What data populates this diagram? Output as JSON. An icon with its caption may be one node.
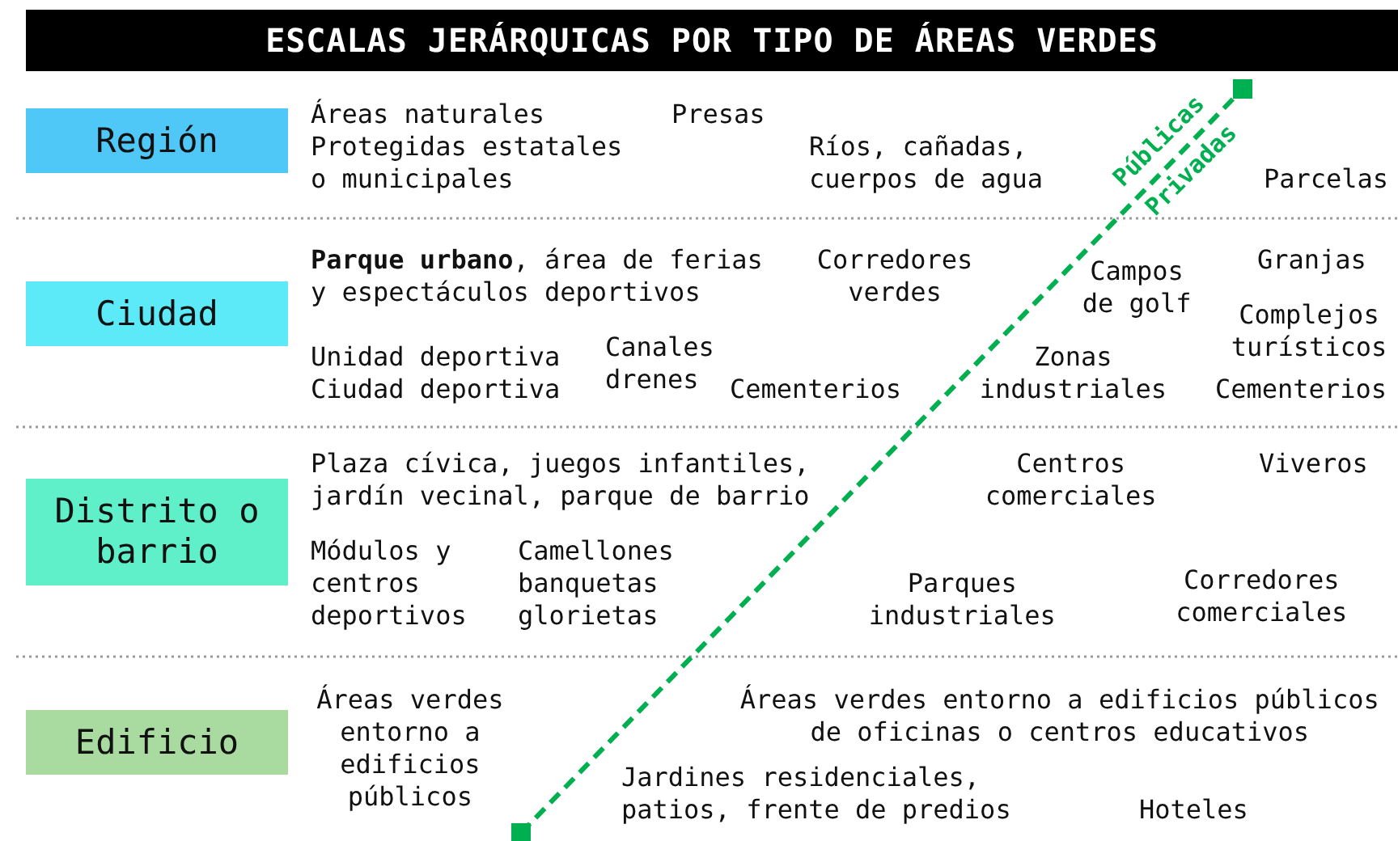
{
  "diagram": {
    "title": "ESCALAS JERÁRQUICAS POR TIPO DE ÁREAS VERDES",
    "nodes": [
      {
        "text": [
          "Región"
        ]
      },
      {
        "text": [
          "Ciudad"
        ]
      },
      {
        "text": [
          "Distrito o barrio"
        ]
      },
      {
        "text": [
          "Edificio"
        ]
      }
    ],
    "labels": [
      "Áreas naturales Protegidas estatales o municipales",
      "Presas",
      "Ríos, cañadas, cuerpos de agua",
      "Públicas",
      "Privadas",
      "Parcelas",
      "**Parque urbano**, área de ferias y espectáculos deportivos",
      "Corredores verdes",
      "Campos de golf",
      "Granjas",
      "Complejos turísticos",
      "Unidad deportiva Ciudad deportiva",
      "Canales drenes",
      "Cementerios",
      "Zonas industriales",
      "Cementerios",
      "Plaza cívica, juegos infantiles, jardín vecinal, parque de barrio",
      "Centros comerciales",
      "Viveros",
      "Módulos y centros deportivos",
      "Camellones banquetas glorietas",
      "Parques industriales",
      "Corredores comerciales",
      "Áreas verdes entorno a edificios públicos",
      "Áreas verdes entorno a edificios públicos de oficinas o centros educativos",
      "Jardines residenciales, patios, frente de predios",
      "Hoteles"
    ]
  }
}
